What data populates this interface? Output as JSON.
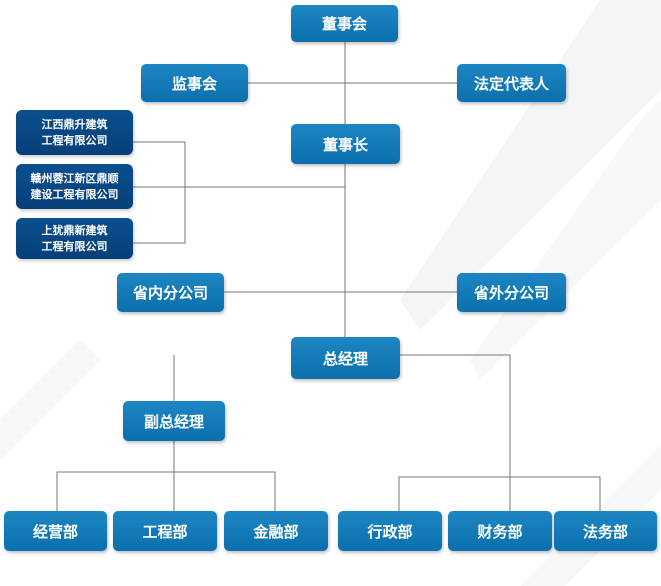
{
  "board": "董事会",
  "supervisory_board": "监事会",
  "legal_rep": "法定代表人",
  "chairman": "董事长",
  "subsidiaries": [
    {
      "line1": "江西鼎升建筑",
      "line2": "工程有限公司"
    },
    {
      "line1": "赣州蓉江新区鼎顺",
      "line2": "建设工程有限公司"
    },
    {
      "line1": "上犹鼎新建筑",
      "line2": "工程有限公司"
    }
  ],
  "branch_in_province": "省内分公司",
  "branch_out_province": "省外分公司",
  "general_manager": "总经理",
  "deputy_gm": "副总经理",
  "departments": {
    "operations": "经营部",
    "engineering": "工程部",
    "finance": "金融部",
    "administration": "行政部",
    "accounting": "财务部",
    "legal": "法务部"
  },
  "colors": {
    "box": "#0b70ad",
    "sub_box": "#073f78",
    "line": "#777777"
  }
}
